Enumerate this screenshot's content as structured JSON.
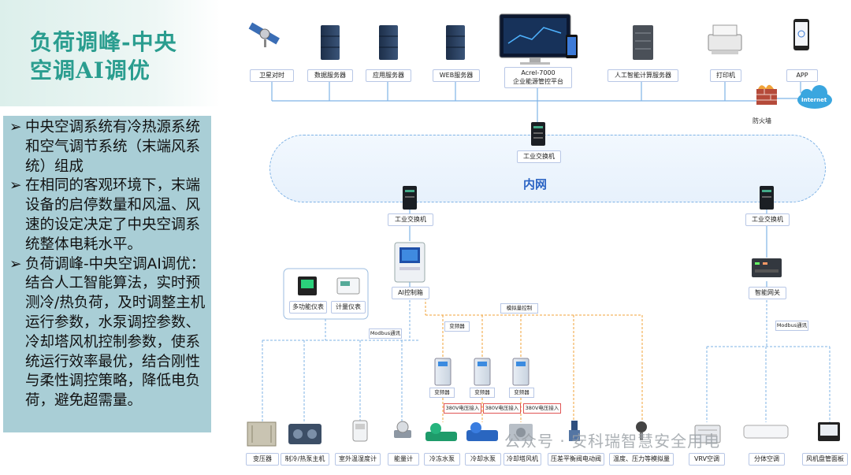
{
  "title": {
    "line1": "负荷调峰-中央",
    "line2": "空调AI调优"
  },
  "bullets": [
    {
      "mark": "➢",
      "text": "中央空调系统有冷热源系统和空气调节系统（末端风系统）组成"
    },
    {
      "mark": "➢",
      "text": "在相同的客观环境下，末端设备的启停数量和风温、风速的设定决定了中央空调系统整体电耗水平。"
    },
    {
      "mark": "➢",
      "text": "负荷调峰-中央空调AI调优：结合人工智能算法，实时预测冷/热负荷，及时调整主机运行参数，水泵调控参数、冷却塔风机控制参数，使系统运行效率最优，结合刚性与柔性调控策略，降低电负荷，避免超需量。"
    }
  ],
  "top_devices": {
    "satellite": "卫星对时",
    "data_server": "数据服务器",
    "app_server": "应用服务器",
    "web_server": "WEB服务器",
    "platform_line1": "Acrel-7000",
    "platform_line2": "企业能源管控平台",
    "ai_server": "人工智能计算服务器",
    "printer": "打印机",
    "app": "APP",
    "firewall": "防火墙",
    "internet": "Internet"
  },
  "network": {
    "core_switch": "工业交换机",
    "lan": "内网",
    "left_switch": "工业交换机",
    "right_switch": "工业交换机",
    "ai_controller": "AI控制箱",
    "gateway": "智能网关"
  },
  "meters": {
    "multi_meter": "多功能仪表",
    "energy_meter": "计量仪表"
  },
  "tags": {
    "modbus_left": "Modbus通讯",
    "modbus_right": "Modbus通讯",
    "analog_control": "模拟量控制",
    "inverter_tag": "变频器",
    "vfd1": "变频器",
    "vfd2": "变频器",
    "vfd3": "变频器",
    "v380_1": "380V电压接入",
    "v380_2": "380V电压接入",
    "v380_3": "380V电压接入"
  },
  "bottom_devices": [
    "变压器",
    "制冷/热泵主机",
    "室外温湿度计",
    "能量计",
    "冷冻水泵",
    "冷却水泵",
    "冷却塔风机",
    "压差平衡阀电动阀",
    "温度、压力等模拟量",
    "VRV空调",
    "分体空调",
    "风机盘管面板"
  ],
  "watermark": "公众号 · 安科瑞智慧安全用电",
  "colors": {
    "title": "#2a9d8f",
    "bullet_bg": "#a9ced6",
    "line_blue": "#7fb3e6",
    "line_orange": "#f0a33a",
    "lan_text": "#2b64c4"
  }
}
